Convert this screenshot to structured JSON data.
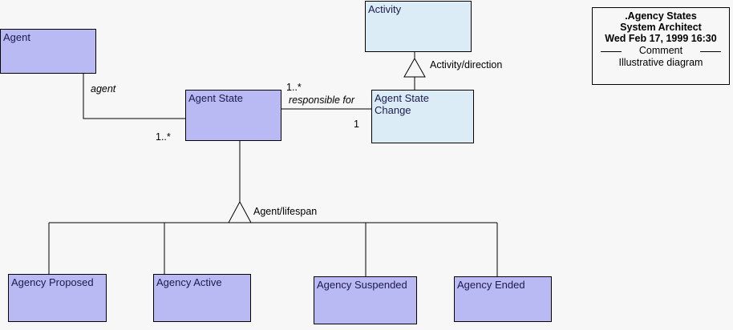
{
  "diagram": {
    "background_color": "#f7f7f7",
    "line_color": "#000000",
    "class_fill_lavender": "#b9b9f4",
    "class_fill_lightblue": "#dcecf7",
    "text_color": "#1b1b4f",
    "nodes": {
      "agent": "Agent",
      "agent_state": "Agent State",
      "activity": "Activity",
      "agent_state_change": "Agent State\nChange",
      "agency_proposed": "Agency Proposed",
      "agency_active": "Agency Active",
      "agency_suspended": "Agency Suspended",
      "agency_ended": "Agency Ended"
    },
    "labels": {
      "agent_role": "agent",
      "agent_state_mult_left": "1..*",
      "responsible_mult_source": "1..*",
      "responsible_for": "responsible for",
      "responsible_mult_target": "1",
      "activity_direction": "Activity/direction",
      "agent_lifespan": "Agent/lifespan"
    }
  },
  "titleblock": {
    "line1": ".Agency States",
    "line2": "System Architect",
    "line3": "Wed Feb 17, 1999  16:30",
    "separator": "Comment",
    "comment": "Illustrative diagram"
  }
}
